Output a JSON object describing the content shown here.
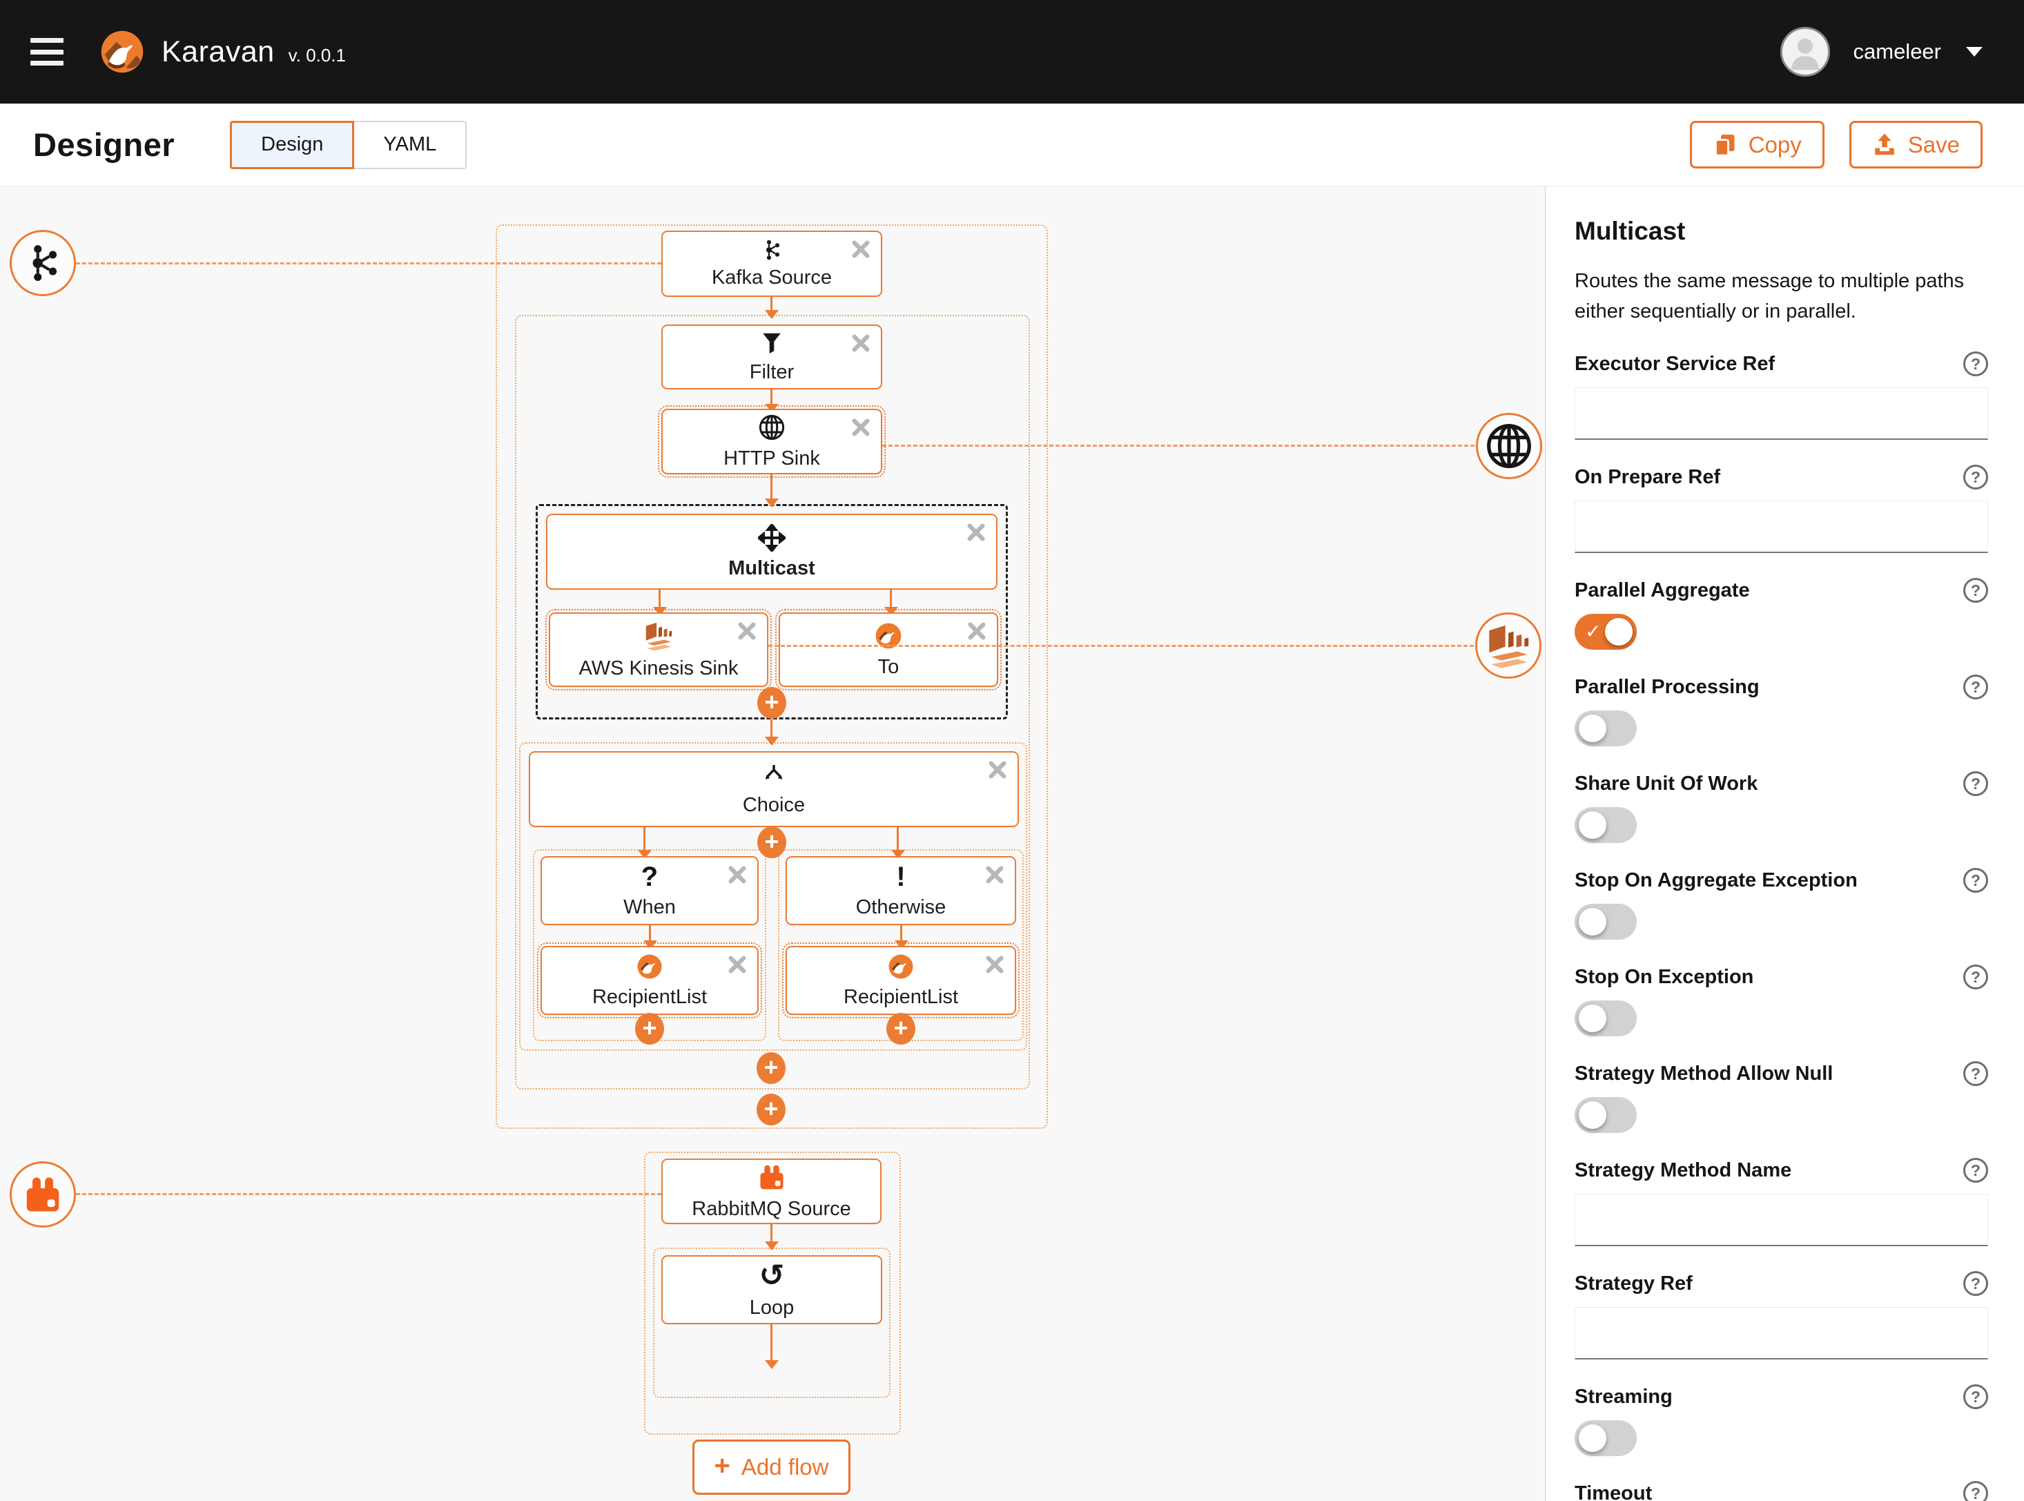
{
  "header": {
    "app_name": "Karavan",
    "version": "v. 0.0.1",
    "user": "cameleer"
  },
  "toolbar": {
    "page_title": "Designer",
    "tabs": {
      "design": "Design",
      "yaml": "YAML"
    },
    "copy_label": "Copy",
    "save_label": "Save"
  },
  "canvas": {
    "nodes": {
      "kafka": {
        "label": "Kafka Source"
      },
      "filter": {
        "label": "Filter"
      },
      "http": {
        "label": "HTTP Sink"
      },
      "multicast": {
        "label": "Multicast"
      },
      "kinesis": {
        "label": "AWS Kinesis Sink"
      },
      "to": {
        "label": "To"
      },
      "choice": {
        "label": "Choice"
      },
      "when": {
        "label": "When"
      },
      "otherwise": {
        "label": "Otherwise"
      },
      "recipient1": {
        "label": "RecipientList"
      },
      "recipient2": {
        "label": "RecipientList"
      },
      "rabbitmq": {
        "label": "RabbitMQ Source"
      },
      "loop": {
        "label": "Loop"
      }
    },
    "glyphs": {
      "when": "?",
      "otherwise": "!",
      "loop": "↺",
      "plus": "+",
      "check": "✓",
      "close": "×"
    },
    "add_flow_label": "Add flow"
  },
  "panel": {
    "title": "Multicast",
    "description": "Routes the same message to multiple paths either sequentially or in parallel.",
    "help_glyph": "?",
    "fields": [
      {
        "label": "Executor Service Ref",
        "type": "text",
        "value": "",
        "placeholder": ""
      },
      {
        "label": "On Prepare Ref",
        "type": "text",
        "value": "",
        "placeholder": ""
      },
      {
        "label": "Parallel Aggregate",
        "type": "switch",
        "value": true
      },
      {
        "label": "Parallel Processing",
        "type": "switch",
        "value": false
      },
      {
        "label": "Share Unit Of Work",
        "type": "switch",
        "value": false
      },
      {
        "label": "Stop On Aggregate Exception",
        "type": "switch",
        "value": false
      },
      {
        "label": "Stop On Exception",
        "type": "switch",
        "value": false
      },
      {
        "label": "Strategy Method Allow Null",
        "type": "switch",
        "value": false
      },
      {
        "label": "Strategy Method Name",
        "type": "text",
        "value": "",
        "placeholder": ""
      },
      {
        "label": "Strategy Ref",
        "type": "text",
        "value": "",
        "placeholder": ""
      },
      {
        "label": "Streaming",
        "type": "switch",
        "value": false
      },
      {
        "label": "Timeout",
        "type": "text",
        "value": "",
        "placeholder": ""
      }
    ]
  },
  "colors": {
    "accent_orange": "#e8742c",
    "node_border": "#ec7c33",
    "container_dotted": "#f2a766",
    "connector_dashed": "#f19c60",
    "masthead_bg": "#161616",
    "canvas_bg": "#f8f8f8",
    "toggle_on": "#e8742c",
    "toggle_off": "#d2d2d2",
    "close_icon": "#b5b8bb",
    "tab_active_bg": "#eef4fb"
  }
}
